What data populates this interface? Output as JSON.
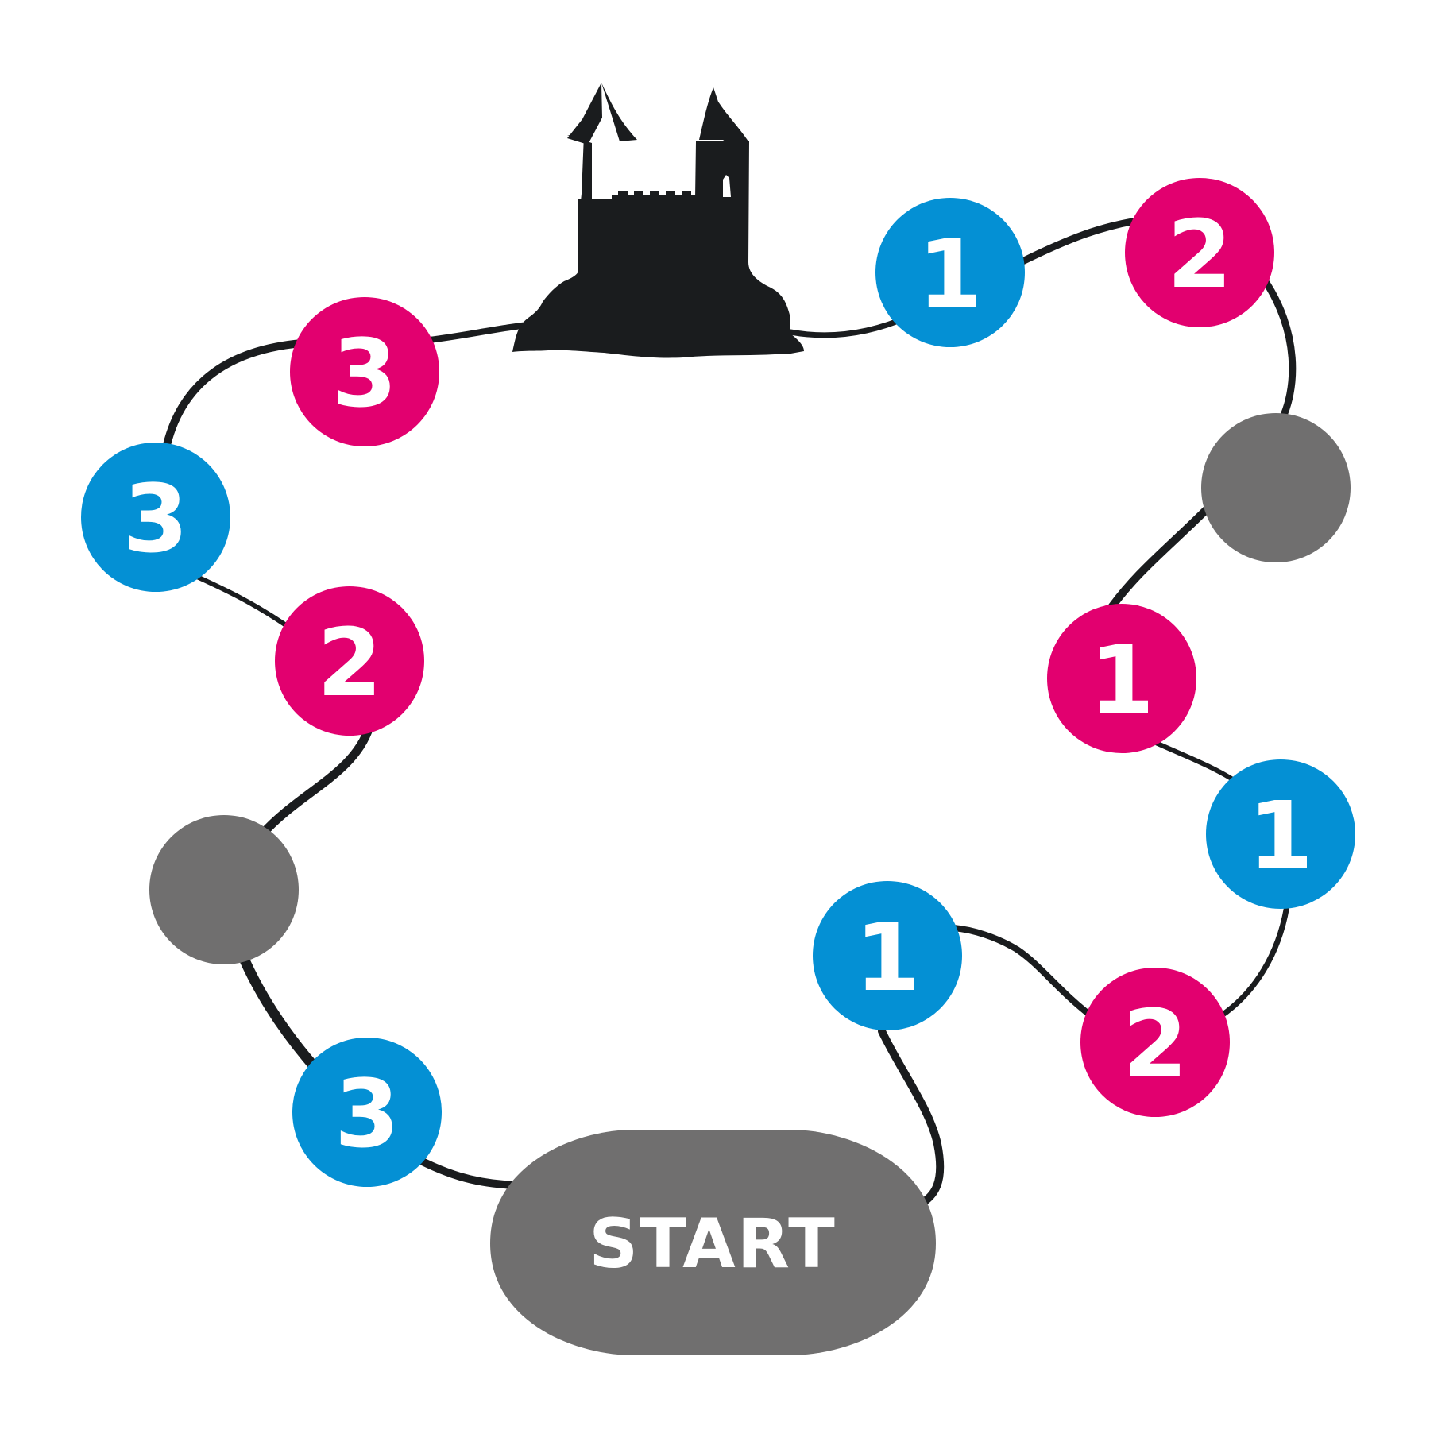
{
  "board": {
    "start_label": "START",
    "colors": {
      "blue": "#0490d4",
      "pink": "#e2006f",
      "gray": "#706f6f",
      "path": "#1a1c1e",
      "castle": "#1a1c1e"
    },
    "castle_icon": "castle-icon",
    "spaces": [
      {
        "id": "s01",
        "color": "blue",
        "label": "3"
      },
      {
        "id": "s02",
        "color": "gray",
        "label": ""
      },
      {
        "id": "s03",
        "color": "pink",
        "label": "2"
      },
      {
        "id": "s04",
        "color": "blue",
        "label": "3"
      },
      {
        "id": "s05",
        "color": "pink",
        "label": "3"
      },
      {
        "id": "s06",
        "color": "blue",
        "label": "1"
      },
      {
        "id": "s07",
        "color": "pink",
        "label": "2"
      },
      {
        "id": "s08",
        "color": "gray",
        "label": ""
      },
      {
        "id": "s09",
        "color": "pink",
        "label": "1"
      },
      {
        "id": "s10",
        "color": "blue",
        "label": "1"
      },
      {
        "id": "s11",
        "color": "pink",
        "label": "2"
      },
      {
        "id": "s12",
        "color": "blue",
        "label": "1"
      }
    ]
  }
}
